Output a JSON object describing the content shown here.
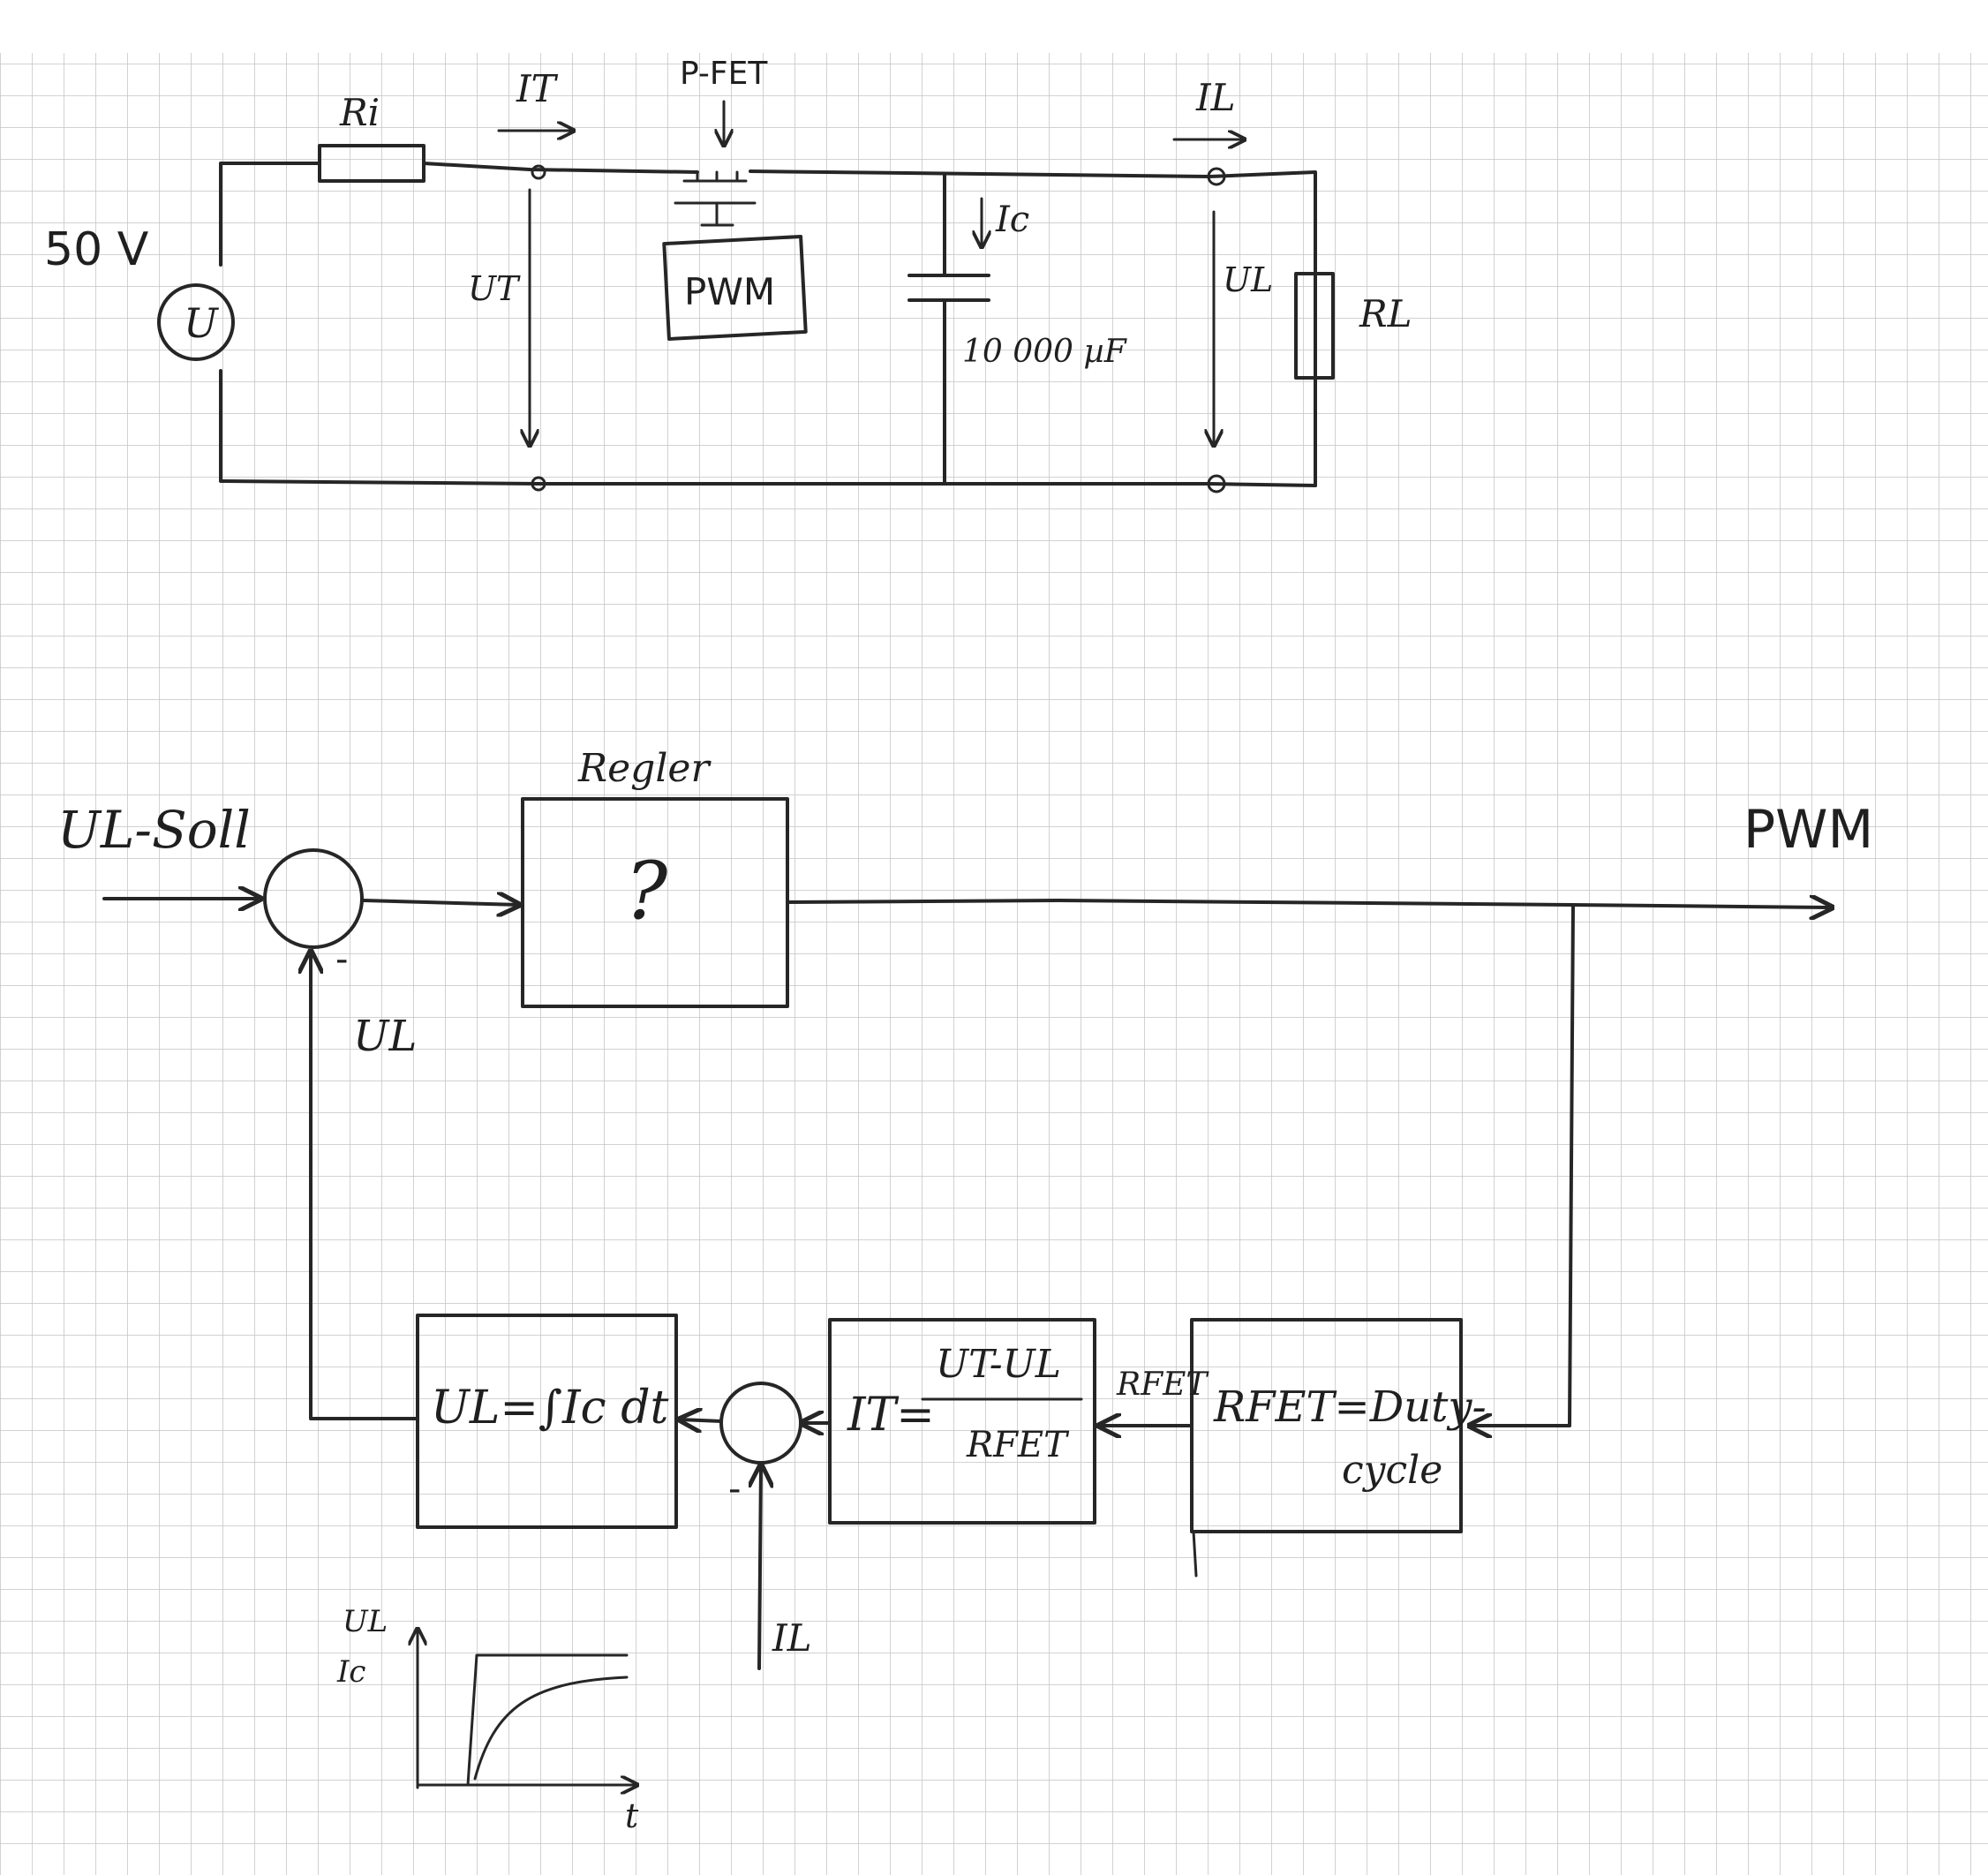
{
  "circuit": {
    "source_voltage": "50 V",
    "source_symbol": "U",
    "internal_resistor": "Ri",
    "transistor_current": "IT",
    "transistor_type": "P-FET",
    "transistor_voltage": "UT",
    "pwm_box": "PWM",
    "capacitor_current": "Ic",
    "capacitor_value": "10 000 µF",
    "load_current": "IL",
    "load_voltage": "UL",
    "load_resistor": "RL"
  },
  "block_diagram": {
    "setpoint_input": "UL-Soll",
    "controller_title": "Regler",
    "controller_content": "?",
    "output_label": "PWM",
    "feedback_label": "UL",
    "minus_sign_1": "-",
    "minus_sign_2": "-",
    "integrator_block": "UL=∫Ic dt",
    "current_block_lhs": "IT=",
    "current_block_numerator": "UT-UL",
    "current_block_denominator": "RFET",
    "rfet_signal": "RFET",
    "rfet_block_line1": "RFET=Duty-",
    "rfet_block_line2": "cycle",
    "load_current_input": "IL"
  },
  "mini_plot": {
    "y_label_1": "UL",
    "y_label_2": "Ic",
    "x_label": "t"
  },
  "colors": {
    "ink": "#262626",
    "grid": "#bfbfbf",
    "paper": "#ffffff"
  }
}
